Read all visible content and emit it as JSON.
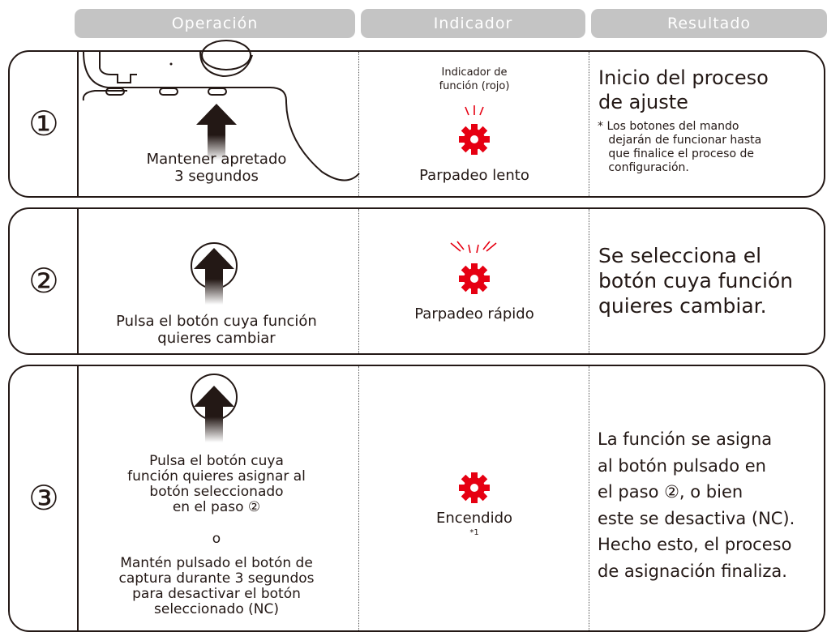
{
  "headers": {
    "operation": "Operación",
    "indicator": "Indicador",
    "result": "Resultado"
  },
  "steps": [
    {
      "number": "①",
      "operation_text": "Mantener apretado\n3 segundos",
      "indicator_label": "Indicador de\nfunción (rojo)",
      "indicator_state": "Parpadeo lento",
      "result_title": "Inicio del proceso\nde ajuste",
      "result_note": "* Los botones del mando\n   dejarán de funcionar hasta\n   que finalice el proceso de\n   configuración."
    },
    {
      "number": "②",
      "operation_text": "Pulsa el botón cuya función\nquieres cambiar",
      "indicator_state": "Parpadeo rápido",
      "result_title": "Se selecciona el\nbotón cuya función\nquieres cambiar."
    },
    {
      "number": "③",
      "operation_text_a": "Pulsa el botón cuya\nfunción quieres asignar al\nbotón seleccionado\nen el paso ②",
      "operation_or": "o",
      "operation_text_b": "Mantén pulsado el botón de\ncaptura durante 3 segundos\npara desactivar el botón\nseleccionado (NC)",
      "indicator_state": "Encendido",
      "indicator_note": "*1",
      "result_title": "La función se asigna\nal botón pulsado en\nel paso ②, o bien\neste se desactiva (NC).\nHecho esto, el proceso\nde asignación finaliza."
    }
  ],
  "colors": {
    "indicator_red": "#e60012",
    "header_gray": "#c4c4c4",
    "line": "#231815"
  },
  "icons": {
    "indicator": "gear-icon",
    "press": "arrow-up-icon",
    "button": "circle-button-icon"
  }
}
